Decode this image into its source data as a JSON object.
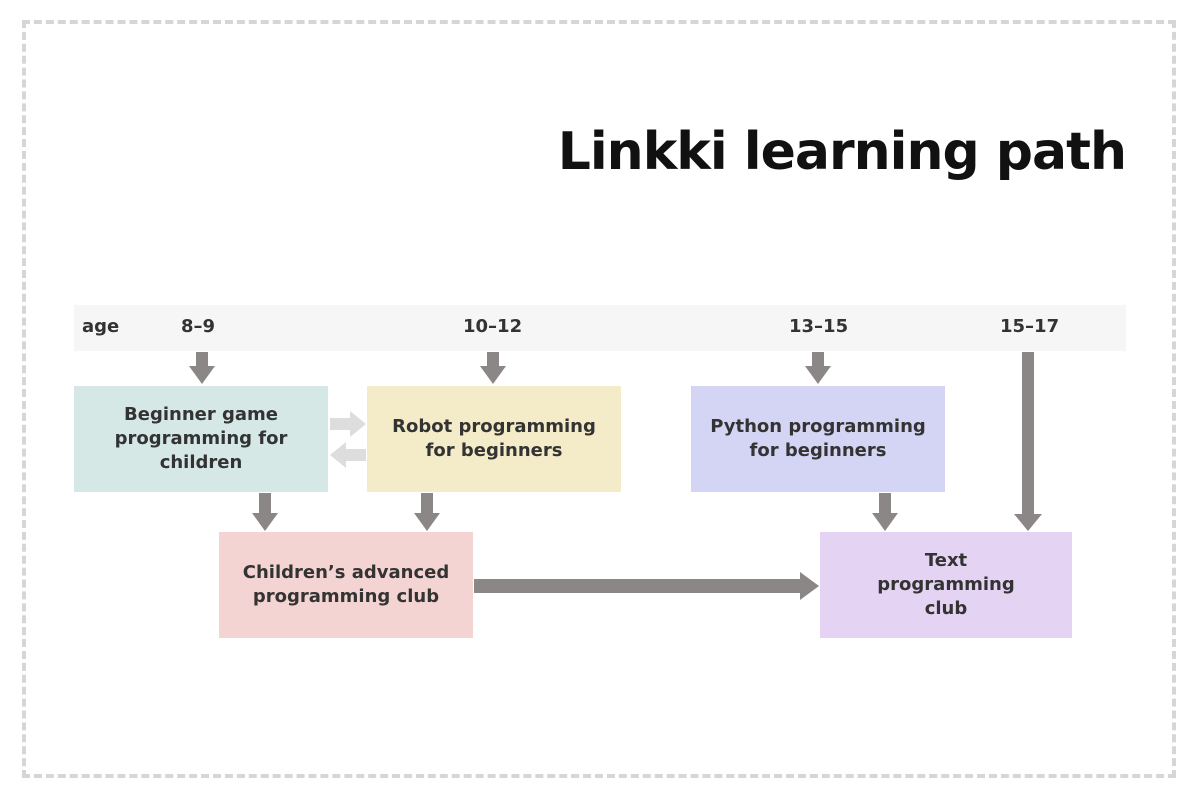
{
  "title": "Linkki learning path",
  "ages": {
    "label": "age",
    "a1": "8–9",
    "a2": "10–12",
    "a3": "13–15",
    "a4": "15–17"
  },
  "nodes": {
    "beginner_game": "Beginner game programming for children",
    "robot": "Robot programming for beginners",
    "python": "Python programming for beginners",
    "children_advanced": "Children’s advanced programming club",
    "text_club": "Text programming club"
  },
  "colors": {
    "beginner_game": "#d5e8e6",
    "robot": "#f4ebc8",
    "python": "#d4d5f4",
    "children_advanced": "#f4d4d2",
    "text_club": "#e5d3f4",
    "arrow": "#8a8786",
    "arrow_light": "#dddddd",
    "frame": "#d6d6d6"
  }
}
